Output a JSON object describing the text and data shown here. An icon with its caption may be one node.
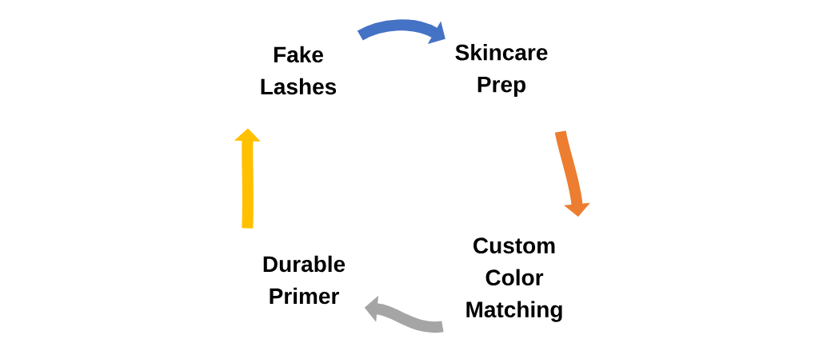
{
  "diagram": {
    "nodes": [
      {
        "text": [
          "Skincare Prep"
        ]
      },
      {
        "text": [
          "Custom Color Matching"
        ]
      },
      {
        "text": [
          "Durable Primer"
        ]
      },
      {
        "text": [
          "Fake Lashes"
        ]
      }
    ],
    "edges": [
      {
        "from": 3,
        "to": 0,
        "arrow": "to",
        "color": "#4472c4"
      },
      {
        "from": 0,
        "to": 1,
        "arrow": "to",
        "color": "#ed7d31"
      },
      {
        "from": 1,
        "to": 2,
        "arrow": "to",
        "color": "#a5a5a5"
      },
      {
        "from": 2,
        "to": 3,
        "arrow": "to",
        "color": "#ffc000"
      }
    ]
  }
}
